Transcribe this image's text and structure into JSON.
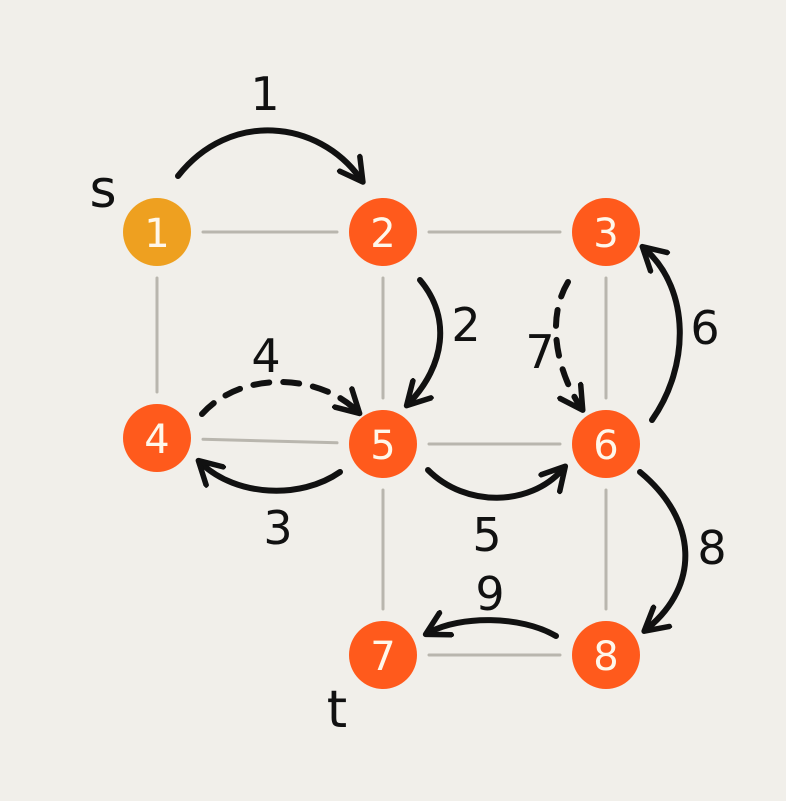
{
  "colors": {
    "background": "#f1efea",
    "source_node": "#eea020",
    "node": "#ff5a1c",
    "edge": "#b9b6ae",
    "arrow": "#111111"
  },
  "labels": {
    "source": "s",
    "target": "t"
  },
  "nodes": [
    {
      "id": "1",
      "label": "1",
      "kind": "source"
    },
    {
      "id": "2",
      "label": "2",
      "kind": "normal"
    },
    {
      "id": "3",
      "label": "3",
      "kind": "normal"
    },
    {
      "id": "4",
      "label": "4",
      "kind": "normal"
    },
    {
      "id": "5",
      "label": "5",
      "kind": "normal"
    },
    {
      "id": "6",
      "label": "6",
      "kind": "normal"
    },
    {
      "id": "7",
      "label": "7",
      "kind": "target"
    },
    {
      "id": "8",
      "label": "8",
      "kind": "normal"
    }
  ],
  "edges": [
    {
      "from": "1",
      "to": "2"
    },
    {
      "from": "2",
      "to": "3"
    },
    {
      "from": "1",
      "to": "4"
    },
    {
      "from": "2",
      "to": "5"
    },
    {
      "from": "3",
      "to": "6"
    },
    {
      "from": "4",
      "to": "5"
    },
    {
      "from": "5",
      "to": "6"
    },
    {
      "from": "5",
      "to": "7"
    },
    {
      "from": "6",
      "to": "8"
    },
    {
      "from": "7",
      "to": "8"
    }
  ],
  "steps": [
    {
      "label": "1",
      "from": "1",
      "to": "2",
      "dashed": false
    },
    {
      "label": "2",
      "from": "2",
      "to": "5",
      "dashed": false
    },
    {
      "label": "3",
      "from": "5",
      "to": "4",
      "dashed": false
    },
    {
      "label": "4",
      "from": "4",
      "to": "5",
      "dashed": true
    },
    {
      "label": "5",
      "from": "5",
      "to": "6",
      "dashed": false
    },
    {
      "label": "6",
      "from": "6",
      "to": "3",
      "dashed": false
    },
    {
      "label": "7",
      "from": "3",
      "to": "6",
      "dashed": true
    },
    {
      "label": "8",
      "from": "6",
      "to": "8",
      "dashed": false
    },
    {
      "label": "9",
      "from": "8",
      "to": "7",
      "dashed": false
    }
  ]
}
